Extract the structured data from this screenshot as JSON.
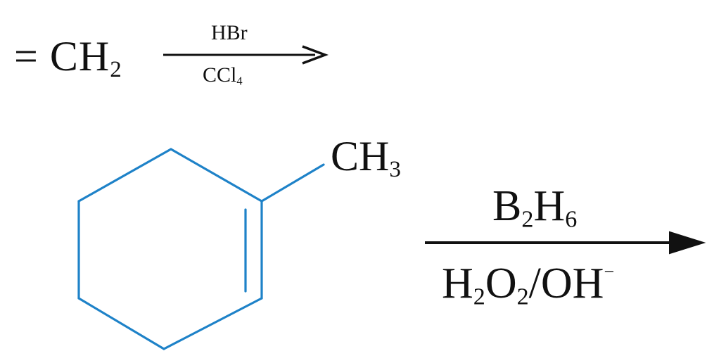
{
  "colors": {
    "bond": "#1e82c8",
    "text": "#111111",
    "arrow": "#111111"
  },
  "reaction1": {
    "lhs": "= CH",
    "lhs_sub": "2",
    "reagent_top": "HBr",
    "reagent_bottom": "CCl",
    "reagent_bottom_sub": "4"
  },
  "molecule": {
    "substituent": "CH",
    "substituent_sub": "3"
  },
  "reaction2": {
    "reagent_top_1": "B",
    "reagent_top_1_sub": "2",
    "reagent_top_2": "H",
    "reagent_top_2_sub": "6",
    "reagent_bottom_1": "H",
    "reagent_bottom_1_sub": "2",
    "reagent_bottom_2": "O",
    "reagent_bottom_2_sub": "2",
    "reagent_bottom_3": "/OH",
    "reagent_bottom_3_sup": "−"
  }
}
